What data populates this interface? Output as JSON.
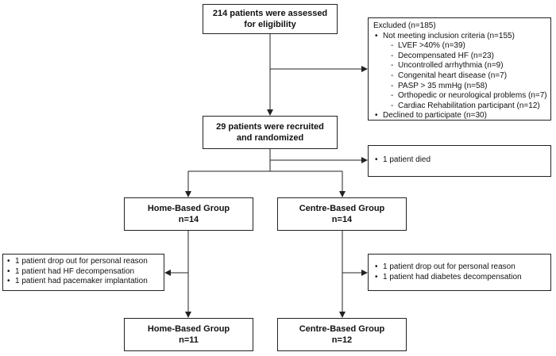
{
  "assessed": {
    "line1": "214 patients were assessed",
    "line2": "for eligibility"
  },
  "excluded": {
    "title": "Excluded  (n=185)",
    "criteria_label": "Not meeting inclusion criteria (n=155)",
    "criteria": [
      "LVEF >40% (n=39)",
      "Decompensated HF (n=23)",
      "Uncontrolled arrhythmia (n=9)",
      "Congenital heart disease (n=7)",
      "PASP > 35 mmHg (n=58)",
      "Orthopedic or neurological problems (n=7)",
      "Cardiac Rehabilitation participant (n=12)"
    ],
    "declined": "Declined to participate (n=30)"
  },
  "randomized": {
    "line1": "29 patients were recruited",
    "line2": "and randomized"
  },
  "died": "1 patient died",
  "home_group": {
    "title": "Home-Based Group",
    "n": "n=14"
  },
  "centre_group": {
    "title": "Centre-Based Group",
    "n": "n=14"
  },
  "home_dropouts": [
    "1 patient drop out for personal reason",
    "1 patient had HF decompensation",
    "1 patient had pacemaker implantation"
  ],
  "centre_dropouts": [
    "1 patient drop out for personal reason",
    "1 patient had diabetes decompensation"
  ],
  "home_final": {
    "title": "Home-Based Group",
    "n": "n=11"
  },
  "centre_final": {
    "title": "Centre-Based Group",
    "n": "n=12"
  }
}
